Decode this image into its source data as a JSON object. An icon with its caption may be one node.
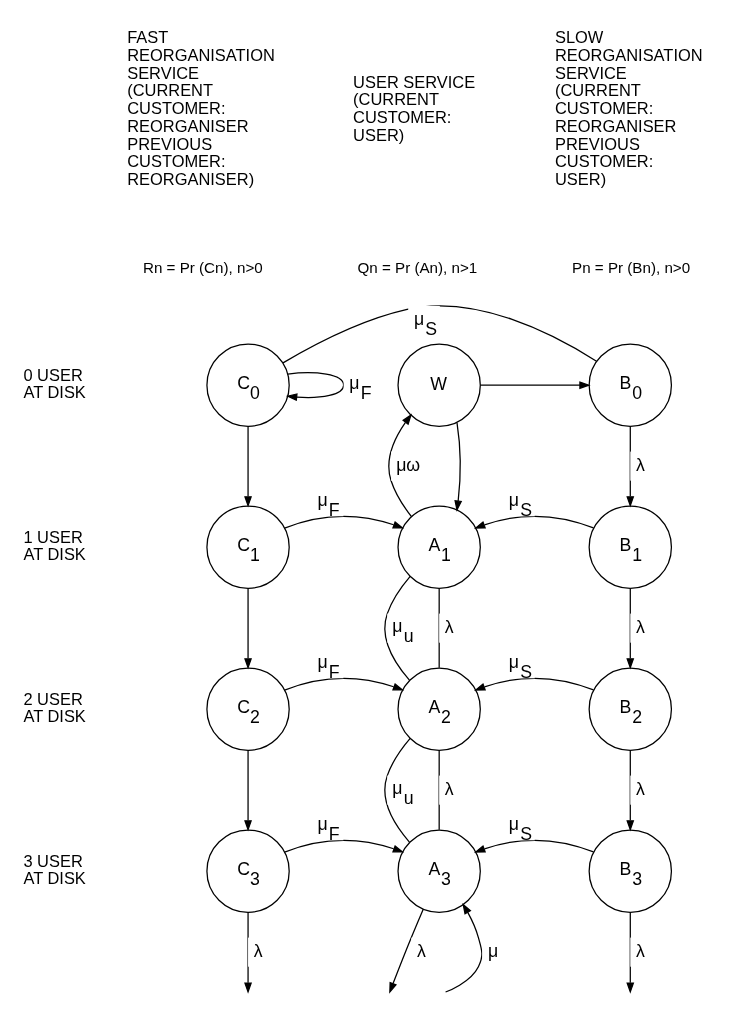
{
  "diagram": {
    "nodes": [
      {
        "text": [
          "C$_{0}$"
        ]
      },
      {
        "text": [
          "B$_{0}$"
        ]
      },
      {
        "text": [
          "W"
        ]
      },
      {
        "text": [
          "C$_{1}$"
        ]
      },
      {
        "text": [
          "A$_{1}$"
        ]
      },
      {
        "text": [
          "B$_{1}$"
        ]
      },
      {
        "text": [
          "C$_{2}$"
        ]
      },
      {
        "text": [
          "A$_{2}$"
        ]
      },
      {
        "text": [
          "B$_{2}$"
        ]
      },
      {
        "text": [
          "C$_{3}$"
        ]
      },
      {
        "text": [
          "A$_{3}$"
        ]
      },
      {
        "text": [
          "B$_{3}$"
        ]
      }
    ],
    "edges": [
      {
        "from": 0,
        "to": 1,
        "arrow": "none",
        "label": "μ$_{S}$"
      },
      {
        "from": 0,
        "to": 0,
        "arrow": "to",
        "label": "μ$_{F}$"
      },
      {
        "from": 2,
        "to": 1,
        "arrow": "to"
      },
      {
        "from": 0,
        "to": 3,
        "arrow": "to"
      },
      {
        "from": 1,
        "to": 5,
        "arrow": "to",
        "label": "λ"
      },
      {
        "from": 2,
        "to": 4,
        "arrow": "to"
      },
      {
        "from": 4,
        "to": 2,
        "arrow": "to",
        "label": "μω"
      },
      {
        "from": 3,
        "to": 4,
        "arrow": "to",
        "label": "μ$_{F}$"
      },
      {
        "from": 5,
        "to": 4,
        "arrow": "to",
        "label": "μ$_{S}$"
      },
      {
        "from": 3,
        "to": 6,
        "arrow": "to"
      },
      {
        "from": 4,
        "to": 7,
        "arrow": "none",
        "label": "μ$_{u}$"
      },
      {
        "from": 4,
        "to": 7,
        "arrow": "none",
        "label": "λ"
      },
      {
        "from": 5,
        "to": 8,
        "arrow": "to",
        "label": "λ"
      },
      {
        "from": 6,
        "to": 7,
        "arrow": "to",
        "label": "μ$_{F}$"
      },
      {
        "from": 8,
        "to": 7,
        "arrow": "to",
        "label": "μ$_{S}$"
      },
      {
        "from": 6,
        "to": 9,
        "arrow": "to"
      },
      {
        "from": 7,
        "to": 10,
        "arrow": "none",
        "label": "μ$_{u}$"
      },
      {
        "from": 7,
        "to": 10,
        "arrow": "none",
        "label": "λ"
      },
      {
        "from": 8,
        "to": 11,
        "arrow": "to",
        "label": "λ"
      },
      {
        "from": 9,
        "to": 10,
        "arrow": "to",
        "label": "μ$_{F}$"
      },
      {
        "from": 11,
        "to": 10,
        "arrow": "to",
        "label": "μ$_{S}$"
      },
      {
        "from": null,
        "to": 10,
        "arrow": "to",
        "label": "μ"
      },
      {
        "from": 9,
        "to": null,
        "arrow": "to",
        "label": "λ"
      },
      {
        "from": 10,
        "to": null,
        "arrow": "to",
        "label": "λ"
      },
      {
        "from": 11,
        "to": null,
        "arrow": "to",
        "label": "λ"
      }
    ],
    "labels": [
      "FAST REORGANISATION SERVICE (CURRENT CUSTOMER: REORGANISER PREVIOUS CUSTOMER: REORGANISER)",
      "USER SERVICE (CURRENT CUSTOMER: USER)",
      "SLOW REORGANISATION SERVICE (CURRENT CUSTOMER: REORGANISER PREVIOUS CUSTOMER: USER)",
      "Rn = Pr (Cn), n>0",
      "Qn = Pr (An), n>1",
      "Pn = Pr (Bn), n>0",
      "0 USER AT DISK",
      "1 USER AT DISK",
      "2 USER AT DISK",
      "3 USER AT DISK"
    ]
  }
}
